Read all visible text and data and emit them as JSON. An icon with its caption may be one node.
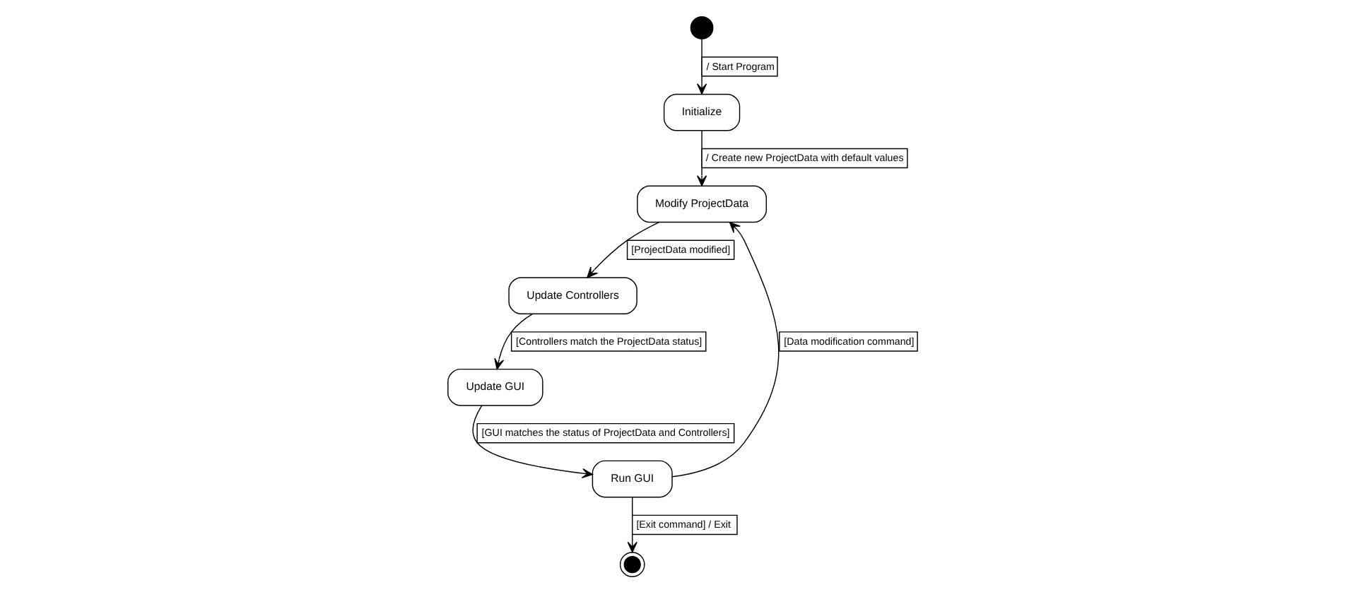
{
  "diagram": {
    "nodes": [
      {
        "text": [],
        "shape": "circle"
      },
      {
        "text": [
          "Initialize"
        ]
      },
      {
        "text": [
          "Modify ProjectData"
        ]
      },
      {
        "text": [
          "Update Controllers"
        ]
      },
      {
        "text": [
          "Update GUI"
        ]
      },
      {
        "text": [
          "Run GUI"
        ]
      },
      {
        "text": [],
        "shape": "bullseye"
      }
    ],
    "edges": [
      {
        "from": 0,
        "to": 1,
        "arrow": "to",
        "label": "/ Start Program"
      },
      {
        "from": 1,
        "to": 2,
        "arrow": "to",
        "label": "/ Create new ProjectData with default values"
      },
      {
        "from": 2,
        "to": 3,
        "arrow": "to",
        "label": "[ProjectData modified]"
      },
      {
        "from": 3,
        "to": 4,
        "arrow": "to",
        "label": "[Controllers match the ProjectData status]"
      },
      {
        "from": 4,
        "to": 5,
        "arrow": "to",
        "label": "[GUI matches the status of ProjectData and Controllers]"
      },
      {
        "from": 5,
        "to": 2,
        "arrow": "to",
        "label": "[Data modification command]"
      },
      {
        "from": 5,
        "to": 6,
        "arrow": "to",
        "label": "[Exit command] / Exit"
      }
    ]
  }
}
